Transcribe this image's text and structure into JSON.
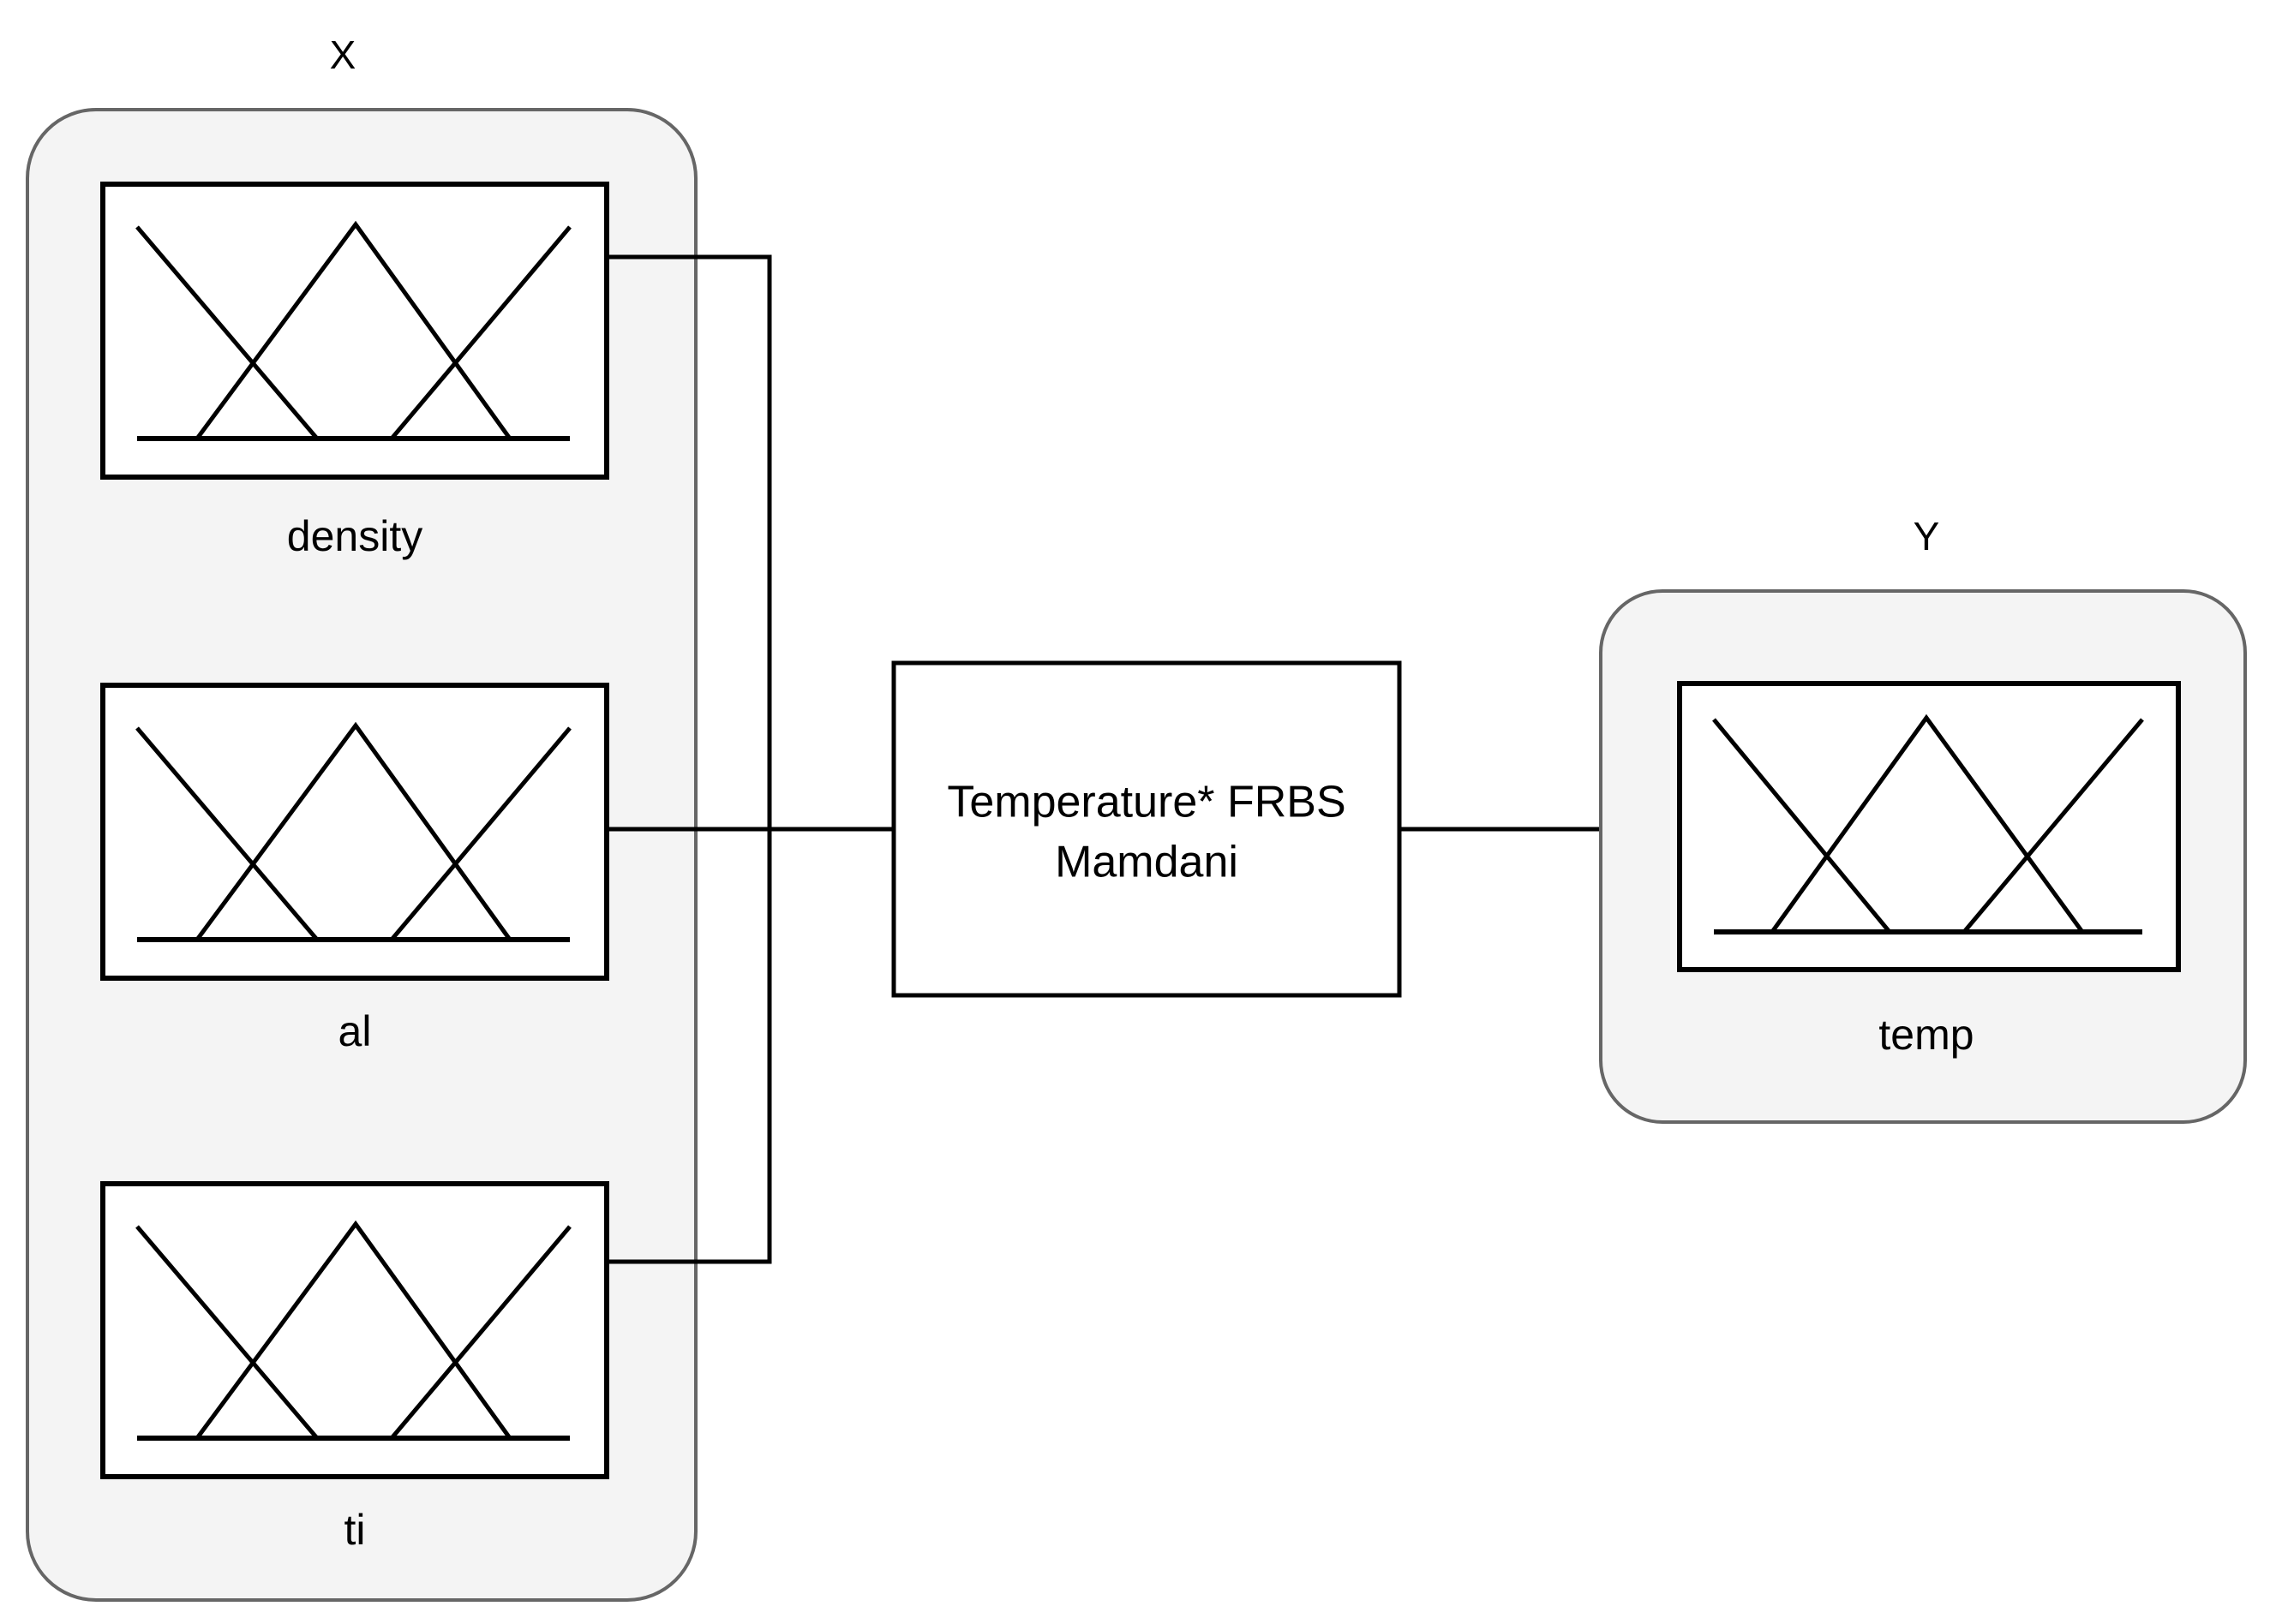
{
  "diagram": {
    "type": "fuzzy-rule-based-system-block-diagram",
    "background_color": "#ffffff",
    "group_fill_color": "#f4f4f4",
    "group_stroke_color": "#666666",
    "line_color": "#000000"
  },
  "input_group": {
    "label": "X",
    "variables": [
      {
        "name": "density",
        "mf_plot": {
          "type": "triangular-membership-functions",
          "count": 3,
          "shapes": [
            "descending-left",
            "center-triangle",
            "ascending-right"
          ]
        }
      },
      {
        "name": "al",
        "mf_plot": {
          "type": "triangular-membership-functions",
          "count": 3,
          "shapes": [
            "descending-left",
            "center-triangle",
            "ascending-right"
          ]
        }
      },
      {
        "name": "ti",
        "mf_plot": {
          "type": "triangular-membership-functions",
          "count": 3,
          "shapes": [
            "descending-left",
            "center-triangle",
            "ascending-right"
          ]
        }
      }
    ]
  },
  "process_node": {
    "line1": "Temperature* FRBS",
    "line2": "Mamdani"
  },
  "output_group": {
    "label": "Y",
    "variables": [
      {
        "name": "temp",
        "mf_plot": {
          "type": "triangular-membership-functions",
          "count": 3,
          "shapes": [
            "descending-left",
            "center-triangle",
            "ascending-right"
          ]
        }
      }
    ]
  }
}
